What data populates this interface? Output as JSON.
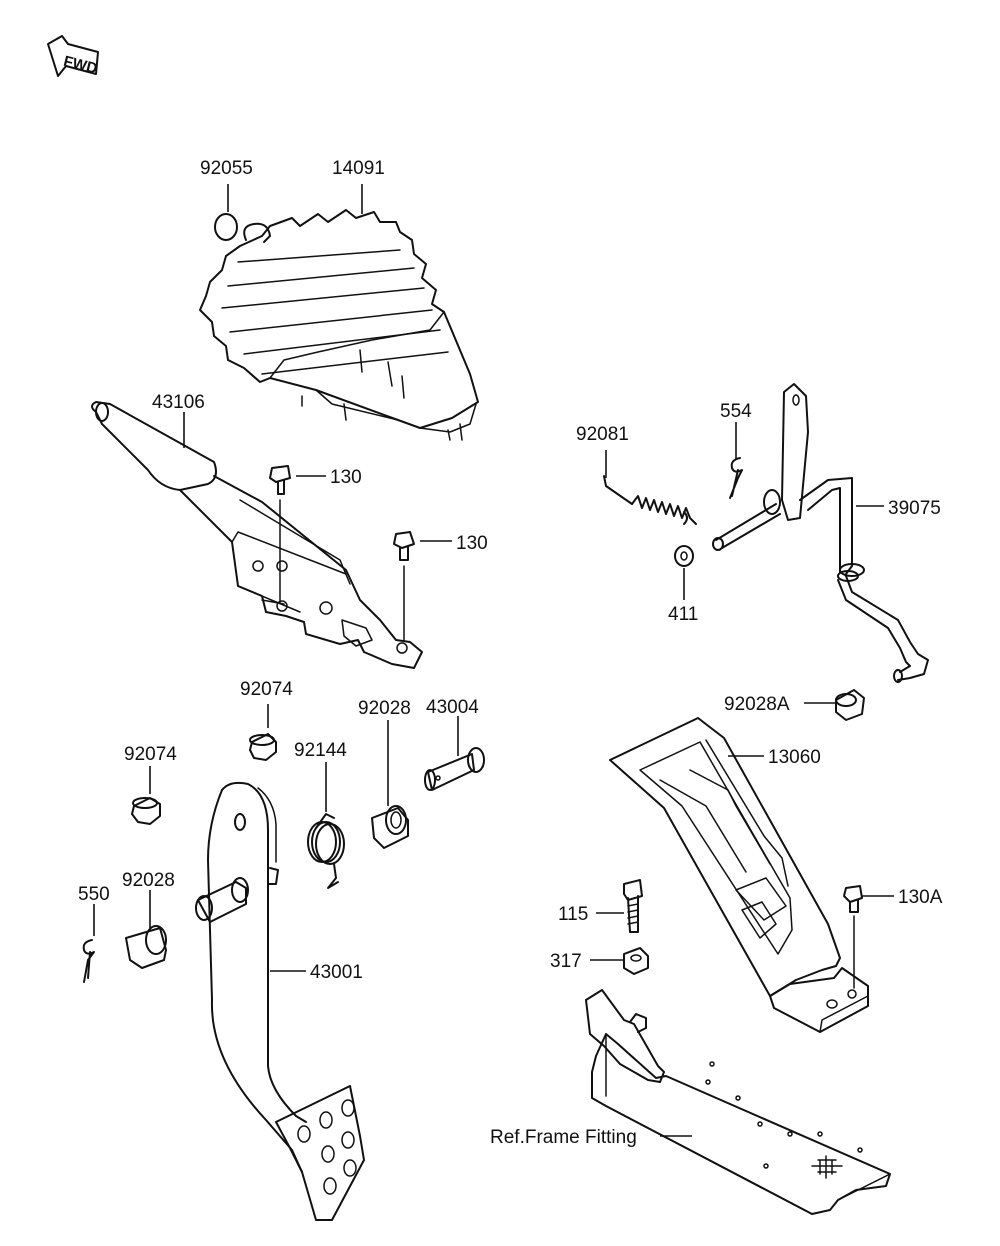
{
  "fwd_label": "FWD",
  "labels": {
    "p92055": "92055",
    "p14091": "14091",
    "p43106": "43106",
    "p130_a": "130",
    "p130_b": "130",
    "p92081": "92081",
    "p554": "554",
    "p39075": "39075",
    "p411": "411",
    "p92074_a": "92074",
    "p92074_b": "92074",
    "p92144": "92144",
    "p92028_a": "92028",
    "p43004": "43004",
    "p92028_b": "92028",
    "p550": "550",
    "p43001": "43001",
    "p92028A": "92028A",
    "p13060": "13060",
    "p115": "115",
    "p317": "317",
    "p130A": "130A",
    "ref_frame": "Ref.Frame Fitting"
  }
}
